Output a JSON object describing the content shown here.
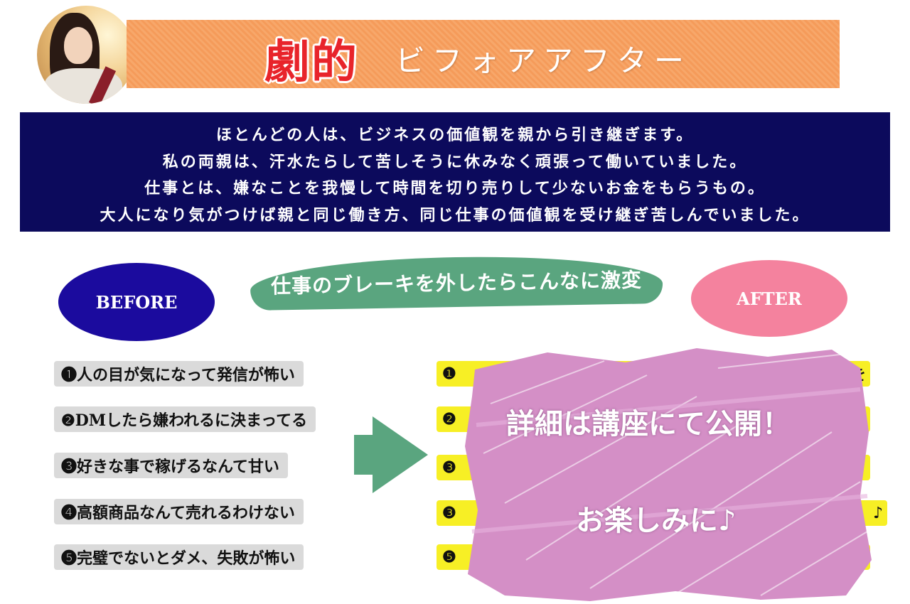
{
  "header": {
    "title_main": "劇的",
    "title_sub": "ビフォアアフター"
  },
  "intro": {
    "lines": [
      "ほとんどの人は、ビジネスの価値観を親から引き継ぎます。",
      "私の両親は、汗水たらして苦しそうに休みなく頑張って働いていました。",
      "仕事とは、嫌なことを我慢して時間を切り売りして少ないお金をもらうもの。",
      "大人になり気がつけば親と同じ働き方、同じ仕事の価値観を受け継ぎ苦しんでいました。"
    ]
  },
  "before_label": "BEFORE",
  "after_label": "AFTER",
  "banner": "仕事のブレーキを外したらこんなに激変",
  "before_items": [
    "❶人の目が気になって発信が怖い",
    "❷DMしたら嫌われるに決まってる",
    "❸好きな事で稼げるなんて甘い",
    "❹高額商品なんて売れるわけない",
    "❺完璧でないとダメ、失敗が怖い"
  ],
  "after_items": [
    "❶",
    "❷",
    "❸",
    "❸",
    "❺"
  ],
  "after_item_tail": {
    "row1": "を",
    "row4": "♪"
  },
  "overlay": {
    "line1": "詳細は講座にて公開！",
    "line2": "お楽しみに♪"
  },
  "colors": {
    "navy": "#0c0a5c",
    "before_ellipse": "#1b0b9e",
    "after_ellipse": "#f4829e",
    "banner_green": "#5aa57f",
    "title_red": "#e8242b",
    "orange": "#f7a76a",
    "after_highlight": "#f7ef25",
    "scribble": "#d48fc6"
  },
  "icons": {
    "avatar": "woman-portrait",
    "arrow": "right-arrow-icon"
  }
}
